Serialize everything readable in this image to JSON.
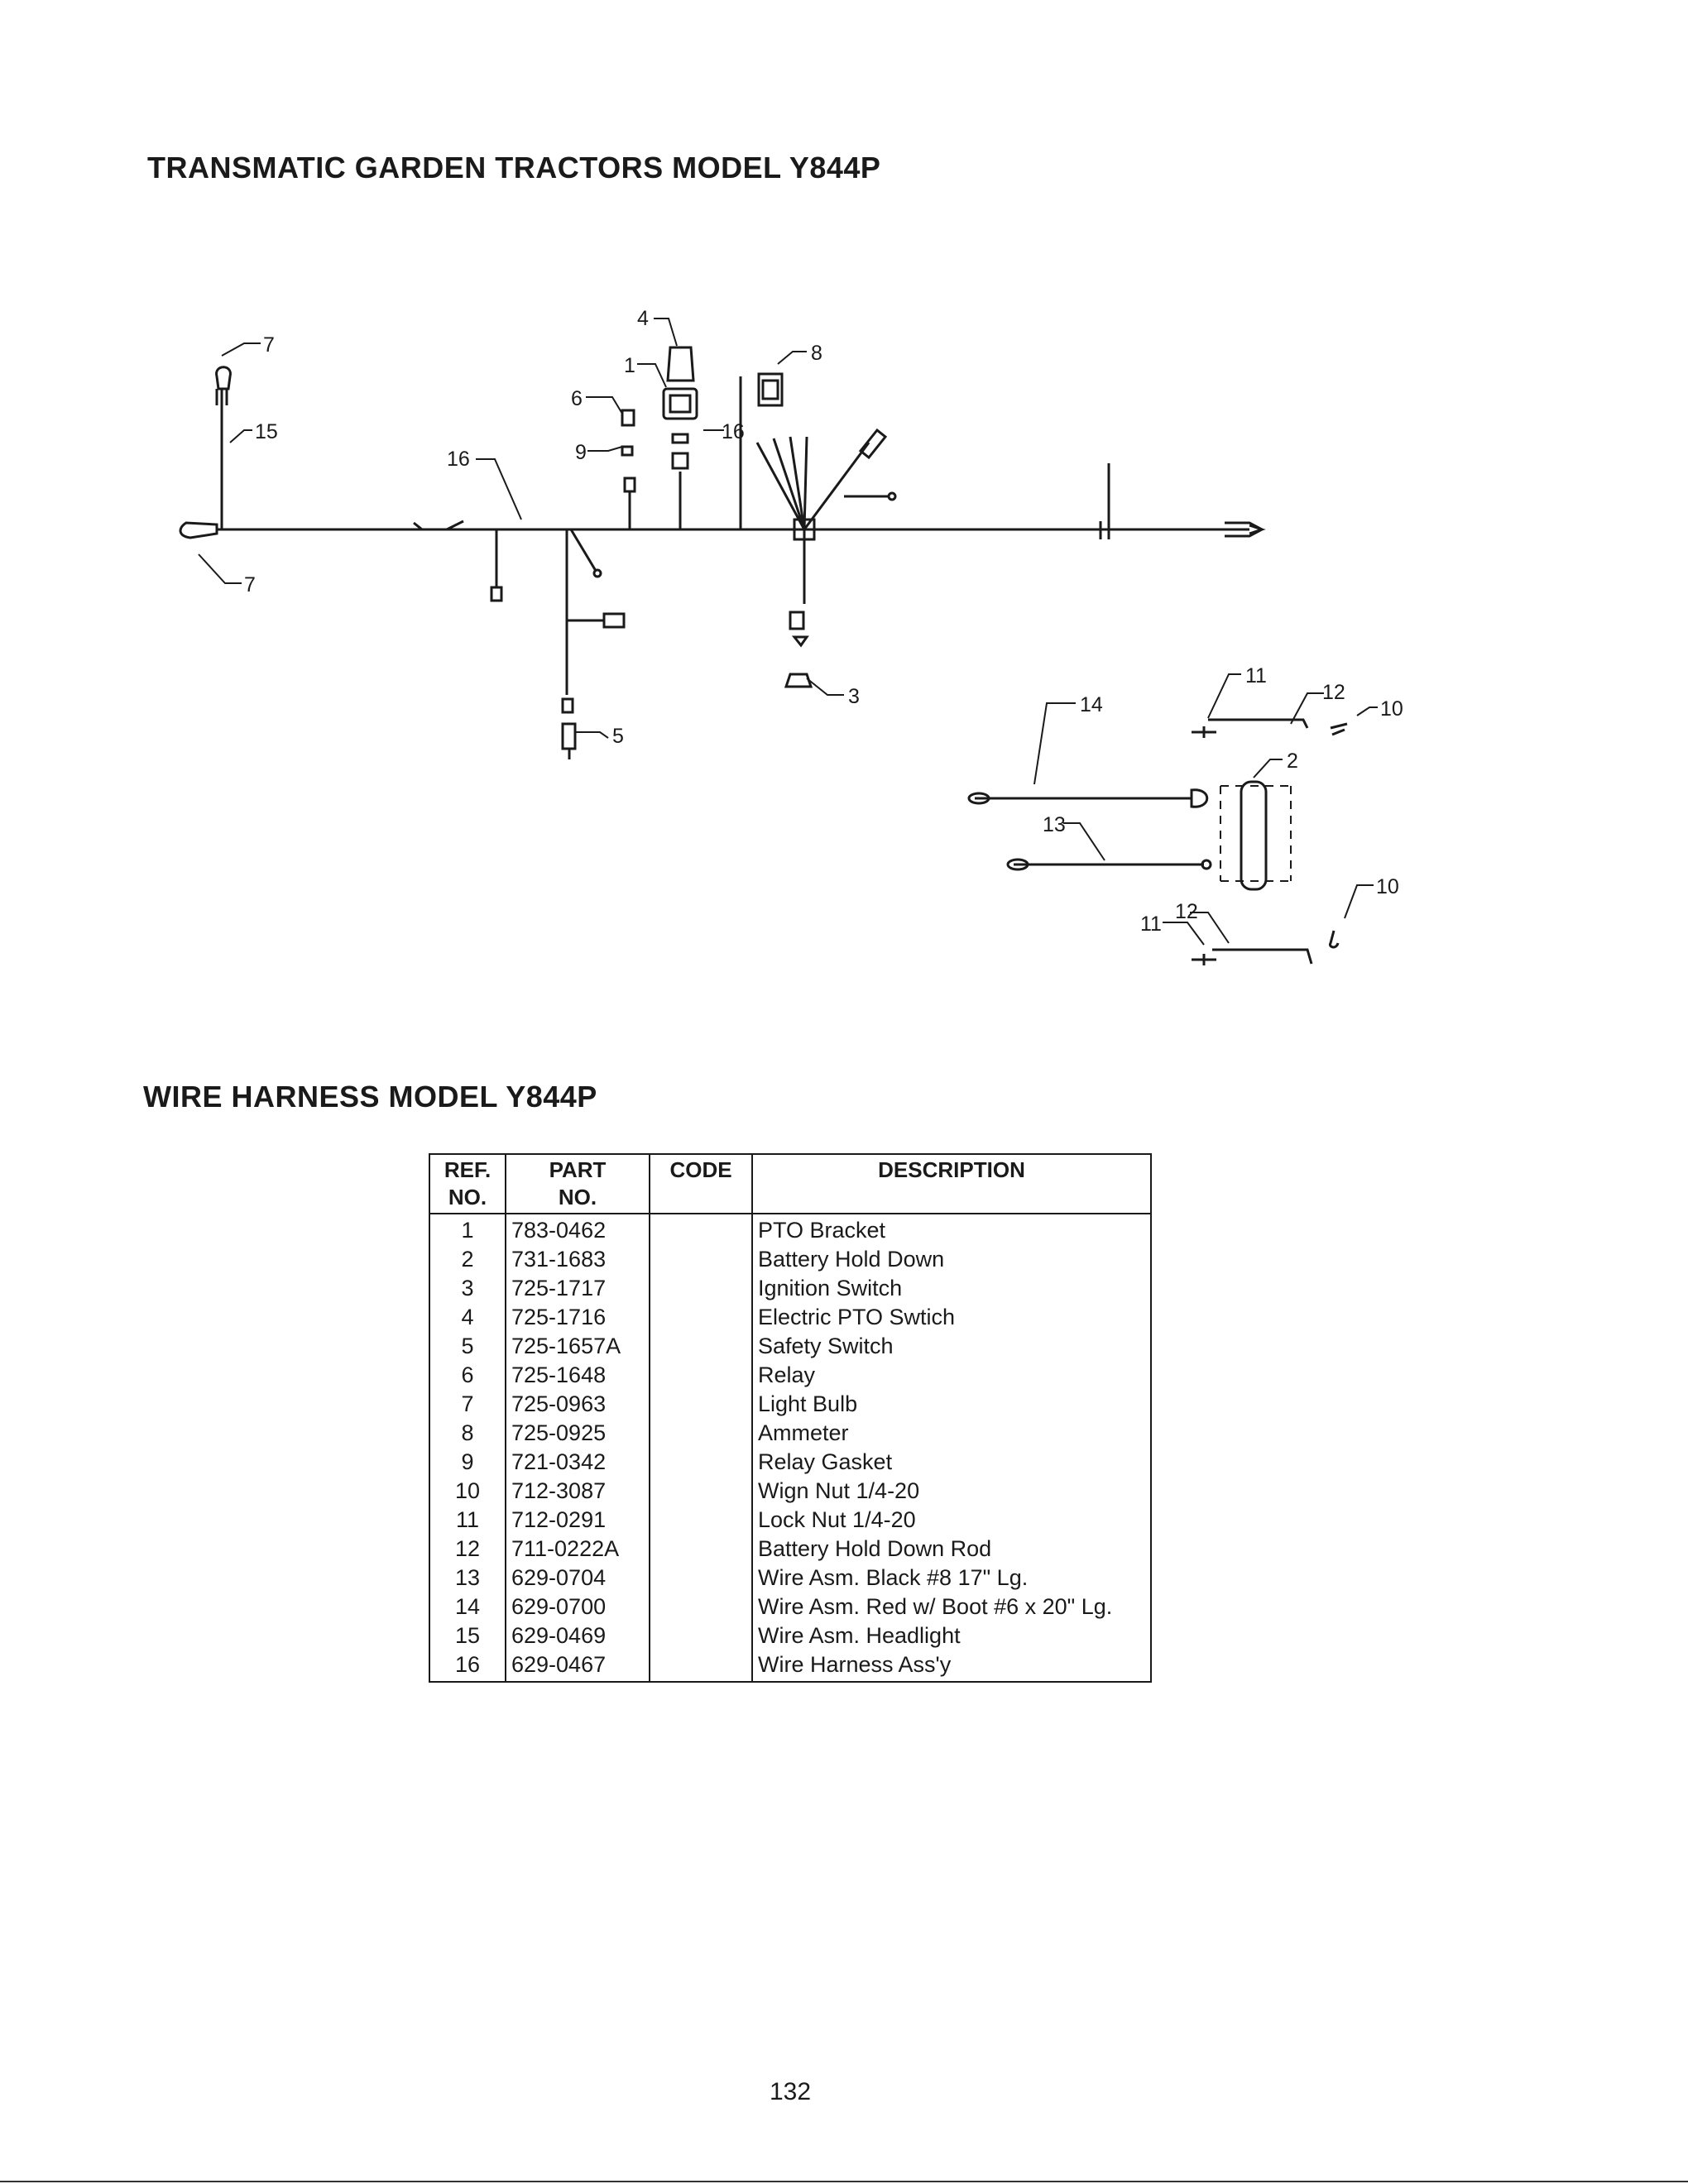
{
  "header": {
    "title": "TRANSMATIC GARDEN TRACTORS MODEL Y844P"
  },
  "diagram": {
    "callouts": [
      "7",
      "15",
      "7",
      "16",
      "4",
      "1",
      "6",
      "9",
      "16",
      "8",
      "3",
      "5",
      "14",
      "11",
      "12",
      "10",
      "2",
      "13",
      "10",
      "12",
      "11"
    ]
  },
  "section": {
    "title": "WIRE HARNESS MODEL Y844P"
  },
  "table": {
    "headers": {
      "ref_line1": "REF.",
      "ref_line2": "NO.",
      "part_line1": "PART",
      "part_line2": "NO.",
      "code": "CODE",
      "description": "DESCRIPTION"
    },
    "rows": [
      {
        "ref": "1",
        "part": "783-0462",
        "code": "",
        "description": "PTO Bracket"
      },
      {
        "ref": "2",
        "part": "731-1683",
        "code": "",
        "description": "Battery Hold Down"
      },
      {
        "ref": "3",
        "part": "725-1717",
        "code": "",
        "description": "Ignition Switch"
      },
      {
        "ref": "4",
        "part": "725-1716",
        "code": "",
        "description": "Electric PTO Swtich"
      },
      {
        "ref": "5",
        "part": "725-1657A",
        "code": "",
        "description": "Safety Switch"
      },
      {
        "ref": "6",
        "part": "725-1648",
        "code": "",
        "description": "Relay"
      },
      {
        "ref": "7",
        "part": "725-0963",
        "code": "",
        "description": "Light Bulb"
      },
      {
        "ref": "8",
        "part": "725-0925",
        "code": "",
        "description": "Ammeter"
      },
      {
        "ref": "9",
        "part": "721-0342",
        "code": "",
        "description": "Relay Gasket"
      },
      {
        "ref": "10",
        "part": "712-3087",
        "code": "",
        "description": "Wign Nut 1/4-20"
      },
      {
        "ref": "11",
        "part": "712-0291",
        "code": "",
        "description": "Lock Nut 1/4-20"
      },
      {
        "ref": "12",
        "part": "711-0222A",
        "code": "",
        "description": "Battery Hold Down Rod"
      },
      {
        "ref": "13",
        "part": "629-0704",
        "code": "",
        "description": "Wire Asm.  Black #8 17\" Lg."
      },
      {
        "ref": "14",
        "part": "629-0700",
        "code": "",
        "description": "Wire Asm.  Red w/ Boot #6 x 20\" Lg."
      },
      {
        "ref": "15",
        "part": "629-0469",
        "code": "",
        "description": "Wire Asm.  Headlight"
      },
      {
        "ref": "16",
        "part": "629-0467",
        "code": "",
        "description": "Wire Harness Ass'y"
      }
    ]
  },
  "footer": {
    "page_number": "132"
  }
}
